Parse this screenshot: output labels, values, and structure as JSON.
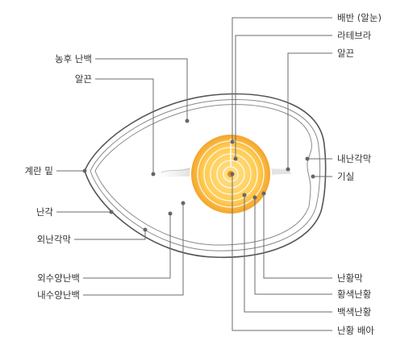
{
  "colors": {
    "line": "#6b6b6b",
    "shell": "#555555",
    "yolk_outer": "#f2a72b",
    "yolk_inner": "#ffd36a",
    "ring": "#ffffff"
  },
  "labels": {
    "germinal_disc": "배반 (알눈)",
    "latebra": "라테브라",
    "chalaza_right": "알끈",
    "thick_albumen": "농후 난백",
    "chalaza_left": "알끈",
    "blunt_end": "계란 밑",
    "shell": "난각",
    "outer_membrane": "외난각막",
    "outer_thin_albumen": "외수양난백",
    "inner_thin_albumen": "내수양난백",
    "inner_membrane": "내난각막",
    "air_cell": "기실",
    "vitelline_membrane": "난황막",
    "yellow_yolk": "황색난황",
    "white_yolk": "백색난황",
    "embryo_yolk": "난황 배아"
  }
}
